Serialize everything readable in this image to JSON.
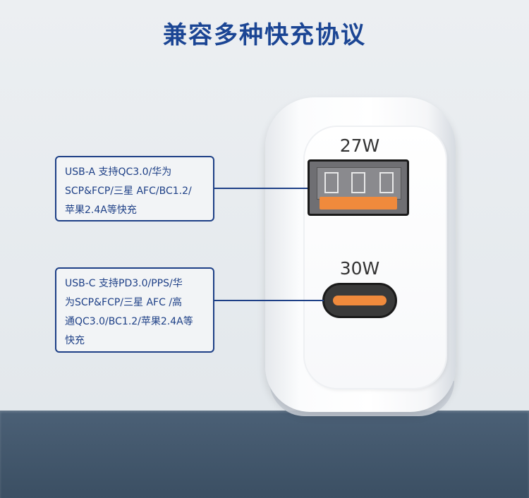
{
  "title": "兼容多种快充协议",
  "ports": {
    "a_watt": "27W",
    "c_watt": "30W"
  },
  "callouts": {
    "usb_a": {
      "line1": "USB-A 支持QC3.0/华为",
      "line2": "SCP&FCP/三星 AFC/BC1.2/",
      "line3": "苹果2.4A等快充"
    },
    "usb_c": {
      "line1": "USB-C 支持PD3.0/PPS/华",
      "line2": "为SCP&FCP/三星 AFC /高",
      "line3": "通QC3.0/BC1.2/苹果2.4A等",
      "line4": "快充"
    }
  },
  "colors": {
    "title": "#1b4594",
    "callout_border": "#1d3f86",
    "port_accent": "#f08a3c",
    "floor": "#3f5469"
  }
}
